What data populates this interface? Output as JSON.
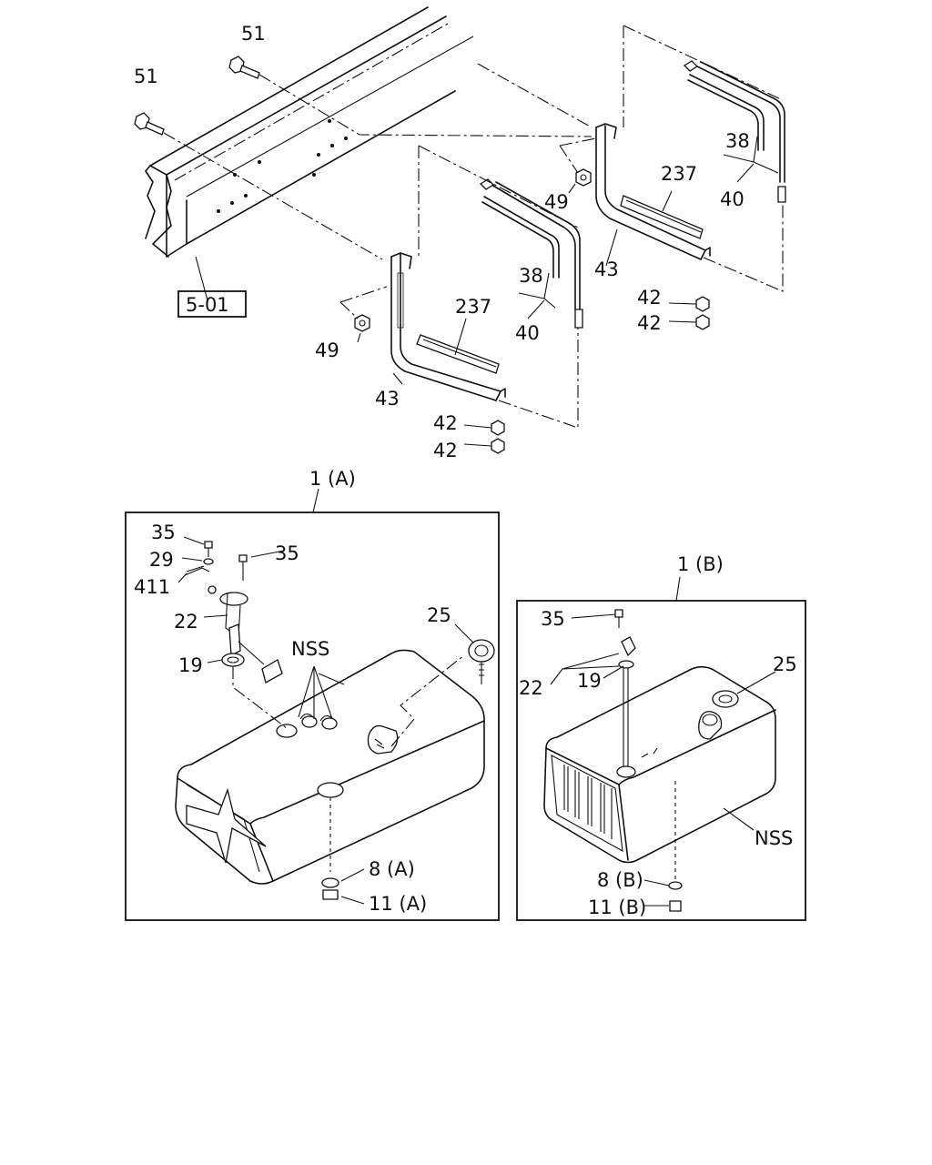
{
  "labels": {
    "bolt_frame_upper": "51",
    "bolt_frame_left": "51",
    "frame_ref": "5-01",
    "nut_49_left": "49",
    "nut_49_right": "49",
    "bracket_43_left": "43",
    "bracket_43_right": "43",
    "band_38_left": "38",
    "band_38_right": "38",
    "band_40_left": "40",
    "band_40_right": "40",
    "pad_237_left": "237",
    "pad_237_right": "237",
    "nut_42_left_a": "42",
    "nut_42_left_b": "42",
    "nut_42_right_a": "42",
    "nut_42_right_b": "42"
  },
  "tank_a": {
    "title": "1 (A)",
    "labels": {
      "screw_35_a": "35",
      "washer_29": "29",
      "clip_411": "411",
      "screw_35_b": "35",
      "gauge_22": "22",
      "gasket_19": "19",
      "nss": "NSS",
      "cap_25": "25",
      "washer_8": "8 (A)",
      "plug_11": "11 (A)"
    }
  },
  "tank_b": {
    "title": "1 (B)",
    "labels": {
      "screw_35": "35",
      "gauge_22": "22",
      "gasket_19": "19",
      "cap_25": "25",
      "nss": "NSS",
      "washer_8": "8 (B)",
      "plug_11": "11 (B)"
    }
  }
}
